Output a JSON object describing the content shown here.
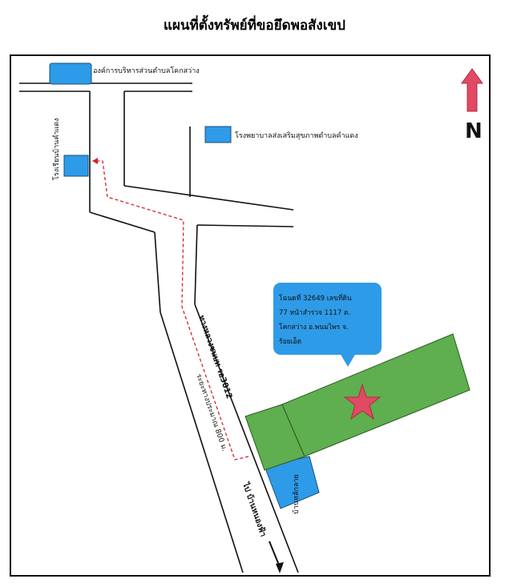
{
  "title": "แผนที่ตั้งทรัพย์ที่ขอยึดพอสังเขป",
  "places": {
    "tao_office": "องค์การบริหารส่วนตำบลโคกสว่าง",
    "hospital": "โรงพยาบาลส่งเสริมสุขภาพตำบลคำแดง",
    "school": "โรงเรียนบ้านคำแดง",
    "village": "บ้านหลักลาย"
  },
  "roads": {
    "highway": "ทางหลวงชนบท รอ3012",
    "direction": "ไป บ้านหนองฟ้า"
  },
  "distance_note": "ระยะทางประมาณ 800 ม.",
  "callout": {
    "line1": "โฉนดที่ 32649 เลขที่ดิน",
    "line2": "77 หน้าสำรวจ 1117 ต.",
    "line3": "โคกสว่าง อ.พนมไพร จ.",
    "line4": "ร้อยเอ็ด"
  },
  "north_label": "N",
  "colors": {
    "building": "#2e9be8",
    "land": "#5fae4f",
    "callout": "#2e9be8",
    "marker": "#e14a64",
    "route": "#d81e2a"
  },
  "icons": {
    "north": "north-arrow-icon",
    "target": "star-marker-icon"
  }
}
